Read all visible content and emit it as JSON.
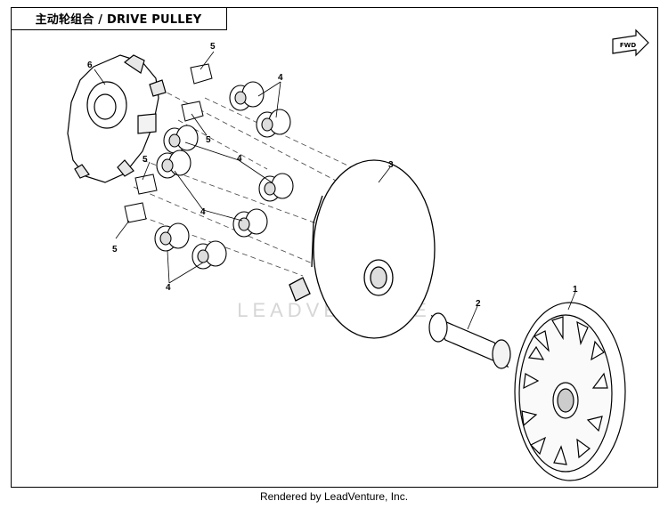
{
  "title": "主动轮组合 / DRIVE PULLEY",
  "fwd_label": "FWD",
  "watermark": "LEADVENTURE",
  "footer": "Rendered by LeadVenture, Inc.",
  "callouts": [
    {
      "id": "c1",
      "text": "1"
    },
    {
      "id": "c2",
      "text": "2"
    },
    {
      "id": "c3",
      "text": "3"
    },
    {
      "id": "c4a",
      "text": "4"
    },
    {
      "id": "c4b",
      "text": "4"
    },
    {
      "id": "c4c",
      "text": "4"
    },
    {
      "id": "c4d",
      "text": "4"
    },
    {
      "id": "c5a",
      "text": "5"
    },
    {
      "id": "c5b",
      "text": "5"
    },
    {
      "id": "c5c",
      "text": "5"
    },
    {
      "id": "c5d",
      "text": "5"
    },
    {
      "id": "c6",
      "text": "6"
    }
  ]
}
